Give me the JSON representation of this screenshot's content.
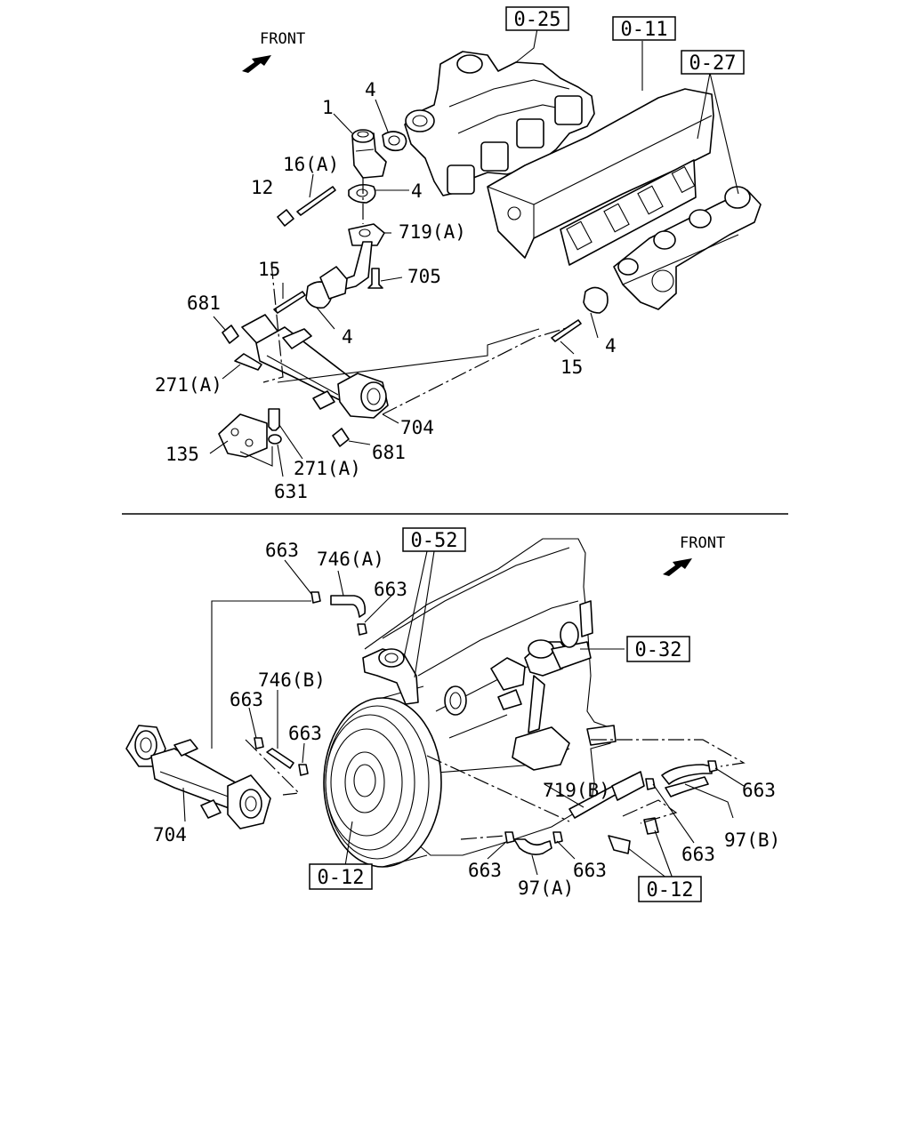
{
  "top_view": {
    "front_label": "FRONT",
    "callouts": [
      {
        "id": "1",
        "text": "1"
      },
      {
        "id": "4a",
        "text": "4"
      },
      {
        "id": "4b",
        "text": "4"
      },
      {
        "id": "4c",
        "text": "4"
      },
      {
        "id": "4d",
        "text": "4"
      },
      {
        "id": "16a",
        "text": "16(A)"
      },
      {
        "id": "12",
        "text": "12"
      },
      {
        "id": "719a",
        "text": "719(A)"
      },
      {
        "id": "15a",
        "text": "15"
      },
      {
        "id": "15b",
        "text": "15"
      },
      {
        "id": "705",
        "text": "705"
      },
      {
        "id": "681a",
        "text": "681"
      },
      {
        "id": "681b",
        "text": "681"
      },
      {
        "id": "271a1",
        "text": "271(A)"
      },
      {
        "id": "271a2",
        "text": "271(A)"
      },
      {
        "id": "704a",
        "text": "704"
      },
      {
        "id": "135",
        "text": "135"
      },
      {
        "id": "631",
        "text": "631"
      }
    ],
    "ref_boxes": [
      {
        "id": "r025",
        "text": "0-25"
      },
      {
        "id": "r011",
        "text": "0-11"
      },
      {
        "id": "r027",
        "text": "0-27"
      }
    ]
  },
  "bottom_view": {
    "front_label": "FRONT",
    "callouts": [
      {
        "id": "663a",
        "text": "663"
      },
      {
        "id": "746a",
        "text": "746(A)"
      },
      {
        "id": "663b",
        "text": "663"
      },
      {
        "id": "746b",
        "text": "746(B)"
      },
      {
        "id": "663c",
        "text": "663"
      },
      {
        "id": "663d",
        "text": "663"
      },
      {
        "id": "704b",
        "text": "704"
      },
      {
        "id": "719b",
        "text": "719(B)"
      },
      {
        "id": "663e",
        "text": "663"
      },
      {
        "id": "663f",
        "text": "663"
      },
      {
        "id": "97b",
        "text": "97(B)"
      },
      {
        "id": "663g",
        "text": "663"
      },
      {
        "id": "663h",
        "text": "663"
      },
      {
        "id": "97a",
        "text": "97(A)"
      }
    ],
    "ref_boxes": [
      {
        "id": "r052",
        "text": "0-52"
      },
      {
        "id": "r032",
        "text": "0-32"
      },
      {
        "id": "r012a",
        "text": "0-12"
      },
      {
        "id": "r012b",
        "text": "0-12"
      }
    ]
  },
  "colors": {
    "ink": "#000000",
    "paper": "#ffffff"
  }
}
